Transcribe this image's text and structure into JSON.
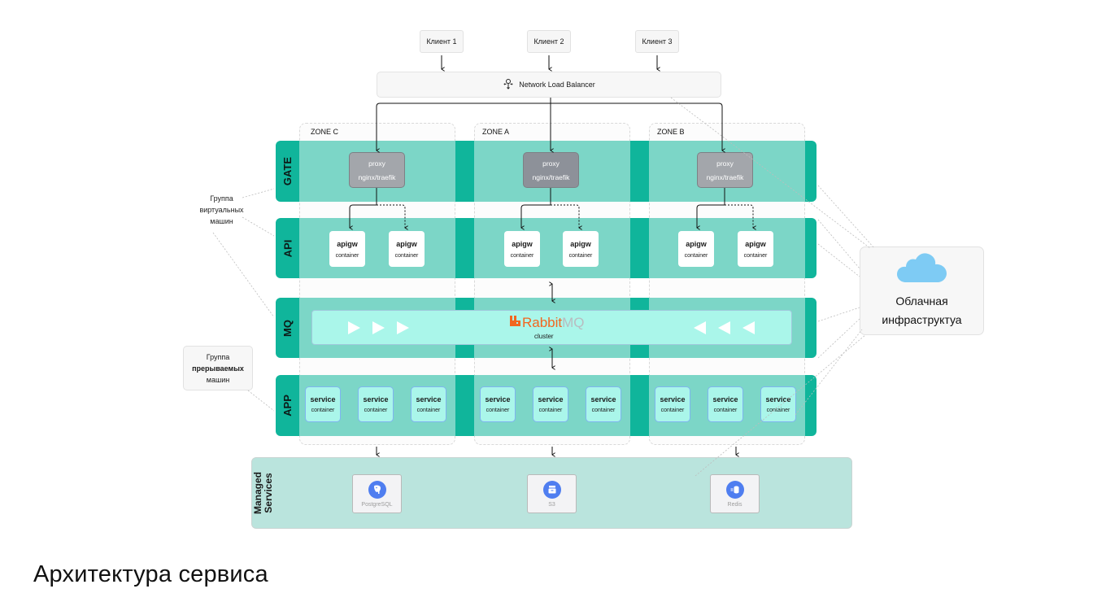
{
  "title": "Архитектура сервиса",
  "clients": [
    {
      "label": "Клиент 1"
    },
    {
      "label": "Клиент 2"
    },
    {
      "label": "Клиент 3"
    }
  ],
  "load_balancer": {
    "label": "Network Load Balancer",
    "icon": "network-balancer-icon"
  },
  "zones": [
    {
      "label": "ZONE C"
    },
    {
      "label": "ZONE A"
    },
    {
      "label": "ZONE B"
    }
  ],
  "layers": {
    "gate": "GATE",
    "api": "API",
    "mq": "MQ",
    "app": "APP"
  },
  "proxy": {
    "title": "proxy",
    "subtitle": "nginx/traefik"
  },
  "apigw": {
    "title": "apigw",
    "subtitle": "container"
  },
  "service": {
    "title": "service",
    "subtitle": "container"
  },
  "mq": {
    "brand_main": "Rabbit",
    "brand_suffix": "MQ",
    "subtitle": "cluster",
    "brand_color": "#f2661f"
  },
  "managed": {
    "label_line1": "Managed",
    "label_line2": "Services",
    "items": [
      {
        "label": "PostgreSQL",
        "icon": "postgresql-icon"
      },
      {
        "label": "S3",
        "icon": "storage-icon"
      },
      {
        "label": "Redis",
        "icon": "redis-icon"
      }
    ]
  },
  "notes": {
    "vm_group": [
      "Группа",
      "виртуальных",
      "машин"
    ],
    "preemptible_group": [
      "Группа",
      "прерываемых",
      "машин"
    ]
  },
  "cloud": {
    "line1": "Облачная",
    "line2": "инфраструктуа",
    "icon": "cloud-icon"
  },
  "colors": {
    "layer_dark": "#10b59b",
    "layer_light": "#7cd6c7",
    "mq_fill": "#aaf6ea",
    "managed_fill": "#bae4dd",
    "cloud": "#7ecbf4",
    "service_icon": "#4f7ef0"
  }
}
